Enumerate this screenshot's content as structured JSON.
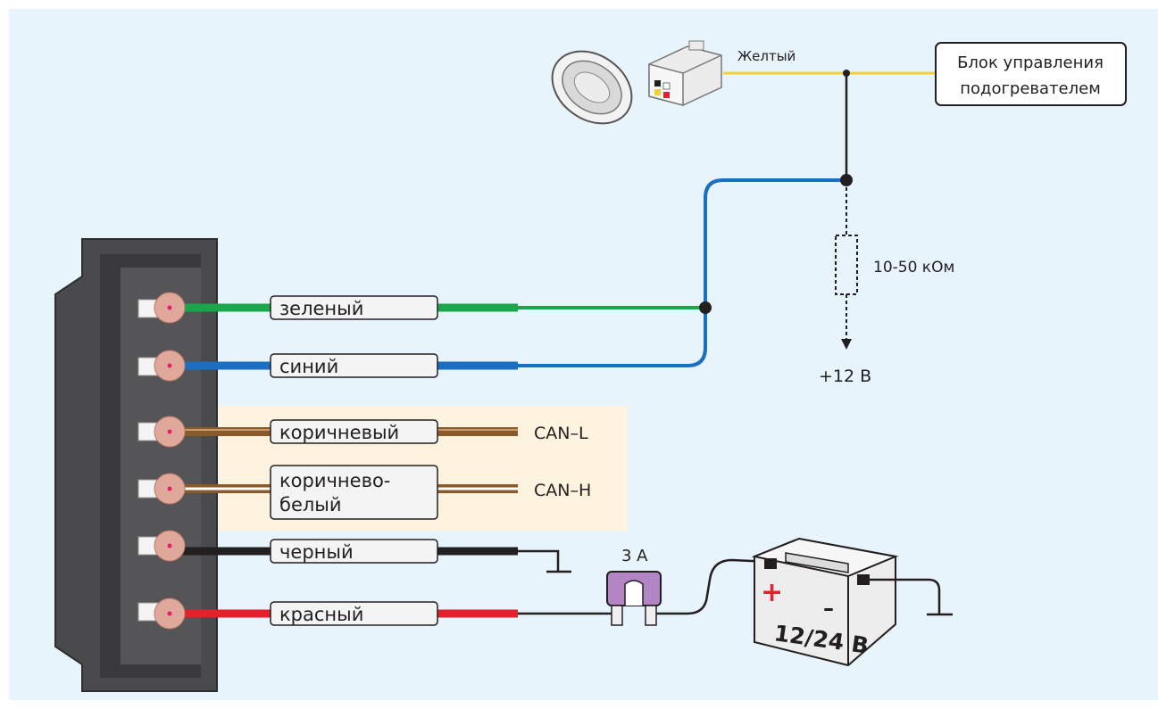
{
  "labels": {
    "yellow_wire": "Желтый",
    "heater_block_line1": "Блок управления",
    "heater_block_line2": "подогревателем",
    "resistor": "10-50 кОм",
    "plus12": "+12 В",
    "fuse": "3 А",
    "battery_plus": "+",
    "battery_minus": "–",
    "battery_voltage": "12/24 В"
  },
  "wires": [
    {
      "label": "зеленый",
      "color": "#1aa64a"
    },
    {
      "label": "синий",
      "color": "#1b6fc2"
    },
    {
      "label": "коричневый",
      "color": "#8b5a2b",
      "signal": "CAN–L"
    },
    {
      "label_line1": "коричнево-",
      "label_line2": "белый",
      "color": "#8b5a2b",
      "signal": "CAN–H"
    },
    {
      "label": "черный",
      "color": "#231f20"
    },
    {
      "label": "красный",
      "color": "#e3202b"
    }
  ],
  "colors": {
    "background": "#e8f4fb",
    "can_highlight": "#fdf3df",
    "connector": "#4a4a4c",
    "pin": "#e0a89a",
    "fuse": "#b385c4",
    "yellow": "#f2d03b"
  }
}
